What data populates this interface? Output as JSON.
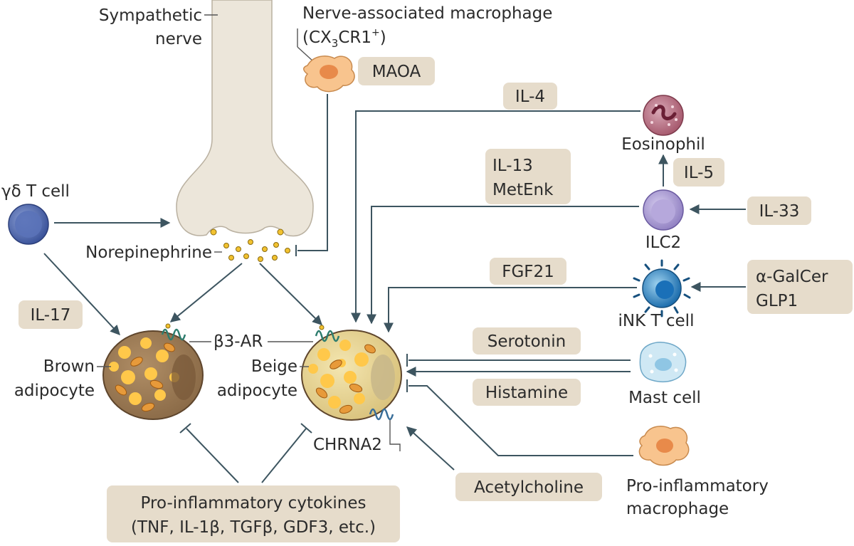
{
  "labels": {
    "sympathetic_line1": "Sympathetic",
    "sympathetic_line2": "nerve",
    "nam_line1": "Nerve-associated macrophage",
    "nam_line2_pre": "(CX",
    "nam_line2_sub": "3",
    "nam_line2_mid": "CR1",
    "nam_line2_sup": "+",
    "nam_line2_post": ")",
    "gd_tcell": "γδ T cell",
    "norepinephrine": "Norepinephrine",
    "b3ar": "β3-AR",
    "brown_line1": "Brown",
    "brown_line2": "adipocyte",
    "beige_line1": "Beige",
    "beige_line2": "adipocyte",
    "chrna2": "CHRNA2",
    "eosinophil": "Eosinophil",
    "ilc2": "ILC2",
    "inkt": "iNK T cell",
    "mast": "Mast cell",
    "proinf_line1": "Pro-inflammatory",
    "proinf_line2": "macrophage"
  },
  "tags": {
    "maoa": "MAOA",
    "il4": "IL-4",
    "il13": "IL-13",
    "metenk": "MetEnk",
    "il5": "IL-5",
    "il33": "IL-33",
    "fgf21": "FGF21",
    "agalcer": "α-GalCer",
    "glp1": "GLP1",
    "il17": "IL-17",
    "serotonin": "Serotonin",
    "histamine": "Histamine",
    "acetylcholine": "Acetylcholine",
    "cytokines_line1": "Pro-inflammatory cytokines",
    "cytokines_line2": "(TNF, IL-1β, TGFβ, GDF3, etc.)"
  },
  "colors": {
    "nerve": "#ece6da",
    "tag_fill": "#e6dccb",
    "arrow": "#3d5560",
    "brown_cell": "#9b7b57",
    "beige_cell": "#e9d79a",
    "lipid": "#ffc84a",
    "mito": "#e79a3a",
    "gd_cell": "#4a62a8",
    "ilc2_cell": "#a89ad0",
    "eosinophil_cell": "#b06a7c",
    "inkt_cell": "#2d8ac8",
    "mast_cell": "#bde0f0",
    "macrophage": "#f4b27a"
  }
}
